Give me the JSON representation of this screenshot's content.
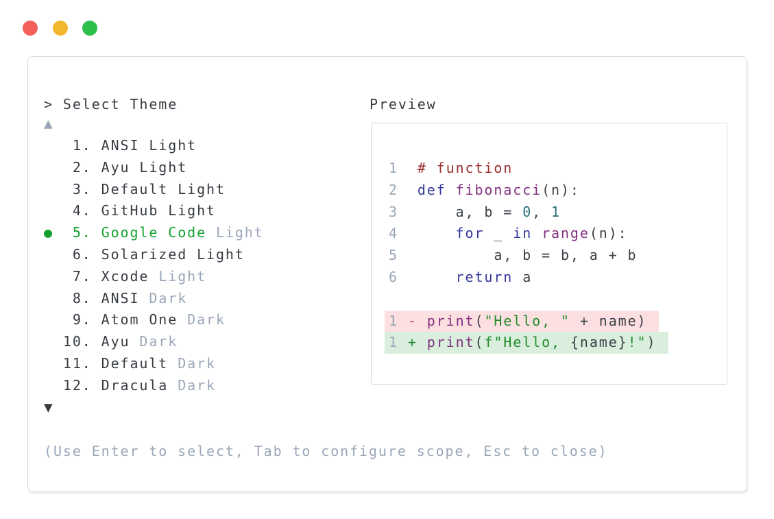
{
  "window": {
    "controls": [
      {
        "name": "close"
      },
      {
        "name": "minimize"
      },
      {
        "name": "maximize"
      }
    ]
  },
  "picker": {
    "prompt": "> Select Theme",
    "scroll_up_indicator": "▲",
    "scroll_down_indicator": "▼",
    "selected_marker": "●",
    "items": [
      {
        "number": "1.",
        "name": "ANSI Light",
        "variant": "",
        "selected": false
      },
      {
        "number": "2.",
        "name": "Ayu Light",
        "variant": "",
        "selected": false
      },
      {
        "number": "3.",
        "name": "Default Light",
        "variant": "",
        "selected": false
      },
      {
        "number": "4.",
        "name": "GitHub Light",
        "variant": "",
        "selected": false
      },
      {
        "number": "5.",
        "name": "Google Code",
        "variant": "Light",
        "selected": true
      },
      {
        "number": "6.",
        "name": "Solarized Light",
        "variant": "",
        "selected": false
      },
      {
        "number": "7.",
        "name": "Xcode",
        "variant": "Light",
        "selected": false
      },
      {
        "number": "8.",
        "name": "ANSI",
        "variant": "Dark",
        "selected": false
      },
      {
        "number": "9.",
        "name": "Atom One",
        "variant": "Dark",
        "selected": false
      },
      {
        "number": "10.",
        "name": "Ayu",
        "variant": "Dark",
        "selected": false
      },
      {
        "number": "11.",
        "name": "Default",
        "variant": "Dark",
        "selected": false
      },
      {
        "number": "12.",
        "name": "Dracula",
        "variant": "Dark",
        "selected": false
      }
    ],
    "hint": "(Use Enter to select, Tab to configure scope, Esc to close)"
  },
  "preview": {
    "title": "Preview",
    "rows": [
      {
        "num": "1",
        "tokens": [
          {
            "t": "# function",
            "s": "comment"
          }
        ]
      },
      {
        "num": "2",
        "tokens": [
          {
            "t": "def",
            "s": "kw"
          },
          {
            "t": " ",
            "s": "plain"
          },
          {
            "t": "fibonacci",
            "s": "fn"
          },
          {
            "t": "(n):",
            "s": "plain"
          }
        ]
      },
      {
        "num": "3",
        "tokens": [
          {
            "t": "    a, b = ",
            "s": "plain"
          },
          {
            "t": "0",
            "s": "lit"
          },
          {
            "t": ", ",
            "s": "plain"
          },
          {
            "t": "1",
            "s": "lit"
          }
        ]
      },
      {
        "num": "4",
        "tokens": [
          {
            "t": "    ",
            "s": "plain"
          },
          {
            "t": "for",
            "s": "kw"
          },
          {
            "t": " _ ",
            "s": "plain"
          },
          {
            "t": "in",
            "s": "kw"
          },
          {
            "t": " ",
            "s": "plain"
          },
          {
            "t": "range",
            "s": "fn"
          },
          {
            "t": "(n):",
            "s": "plain"
          }
        ]
      },
      {
        "num": "5",
        "tokens": [
          {
            "t": "        a, b = b, a + b",
            "s": "plain"
          }
        ]
      },
      {
        "num": "6",
        "tokens": [
          {
            "t": "    ",
            "s": "plain"
          },
          {
            "t": "return",
            "s": "kw"
          },
          {
            "t": " a",
            "s": "plain"
          }
        ]
      },
      {
        "blank": true
      },
      {
        "num": "1",
        "sign": "-",
        "type": "removed",
        "tokens": [
          {
            "t": "print",
            "s": "fn"
          },
          {
            "t": "(",
            "s": "plain"
          },
          {
            "t": "\"Hello, \"",
            "s": "str"
          },
          {
            "t": " + name)",
            "s": "plain"
          }
        ]
      },
      {
        "num": "1",
        "sign": "+",
        "type": "added",
        "tokens": [
          {
            "t": "print",
            "s": "fn"
          },
          {
            "t": "(",
            "s": "plain"
          },
          {
            "t": "f\"Hello, ",
            "s": "str"
          },
          {
            "t": "{name}",
            "s": "plain"
          },
          {
            "t": "!\"",
            "s": "str"
          },
          {
            "t": ")",
            "s": "plain"
          }
        ]
      }
    ]
  },
  "colors": {
    "accent_green": "#12a12e",
    "slate": "#9aa6b8",
    "text_dark": "#363b42",
    "code_plain": "#3c4148",
    "keyword": "#32389a",
    "function_name": "#82307e",
    "string": "#228b2a",
    "literal": "#256d73",
    "comment": "#9a3030",
    "diff_removed_bg": "#fcdfe1",
    "diff_added_bg": "#d9eedd",
    "diff_minus": "#c73e47",
    "diff_plus": "#2a8a3c",
    "border": "#d5d9df",
    "traffic_red": "#f3605b",
    "traffic_yellow": "#f3b72e",
    "traffic_green": "#2cbf4b"
  }
}
